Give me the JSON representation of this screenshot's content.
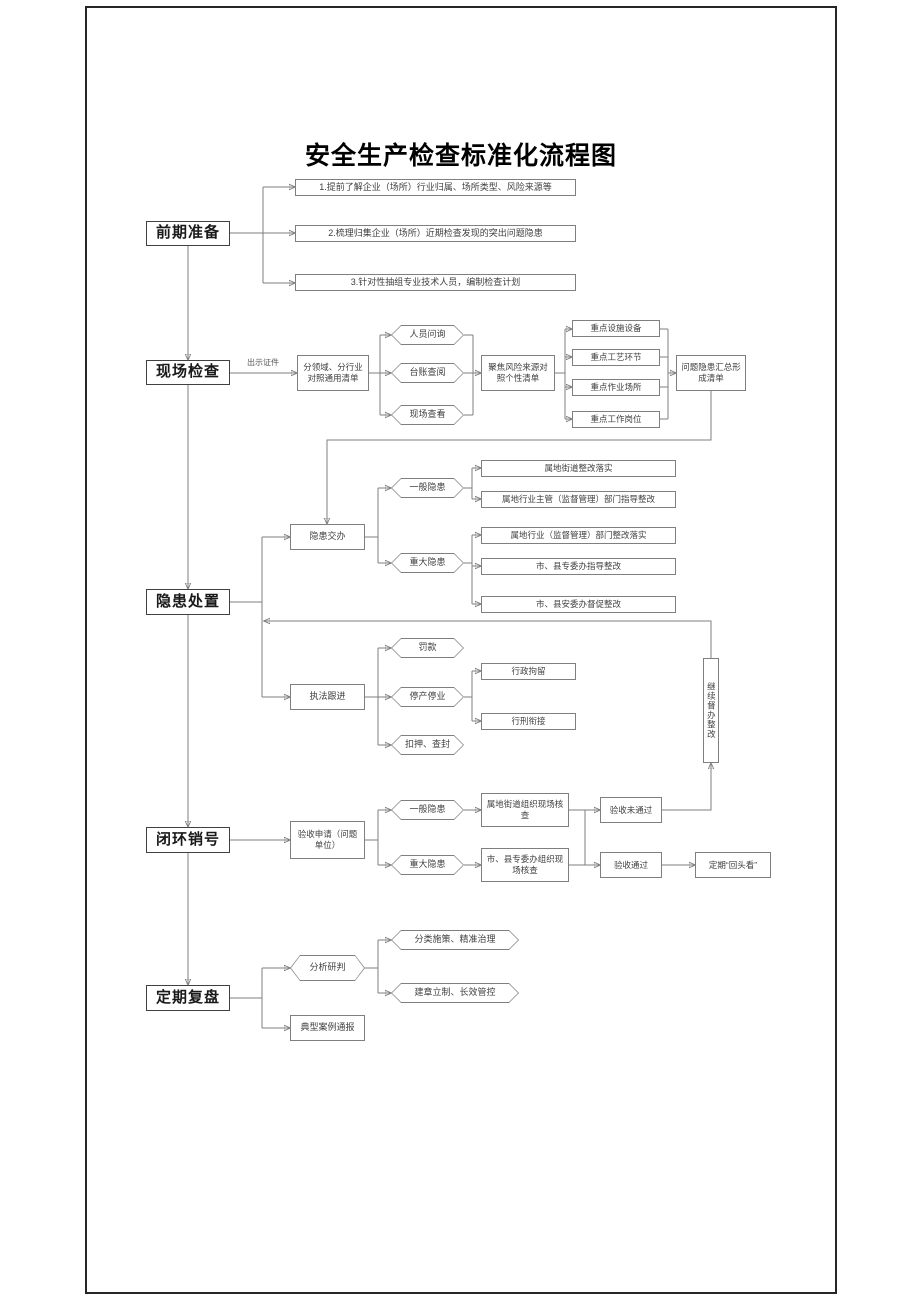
{
  "title": "安全生产检查标准化流程图",
  "colors": {
    "line": "#7f7f7f",
    "box_border": "#7f7f7f",
    "text": "#404040",
    "stage_border": "#404040"
  },
  "stages": {
    "prep": "前期准备",
    "inspect": "现场检查",
    "dispose": "隐患处置",
    "closeloop": "闭环销号",
    "review": "定期复盘"
  },
  "prep": {
    "items": [
      "1.提前了解企业（场所）行业归属、场所类型、风险来源等",
      "2.梳理归集企业（场所）近期检查发现的突出问题隐患",
      "3.针对性抽组专业技术人员，编制检查计划"
    ]
  },
  "inspect": {
    "edge_label": "出示证件",
    "general_checklist": "分领域、分行业对照通用清单",
    "methods": [
      "人员问询",
      "台账查阅",
      "现场查看"
    ],
    "individual_checklist": "聚焦风险来源对照个性清单",
    "focus_points": [
      "重点设施设备",
      "重点工艺环节",
      "重点作业场所",
      "重点工作岗位"
    ],
    "summary": "问题隐患汇总形成清单"
  },
  "dispose": {
    "assignment": "隐患交办",
    "general_hazard": "一般隐患",
    "general_paths": [
      "属地街道整改落实",
      "属地行业主管（监督管理）部门指导整改"
    ],
    "major_hazard": "重大隐患",
    "major_paths": [
      "属地行业（监督管理）部门整改落实",
      "市、县专委办指导整改",
      "市、县安委办督促整改"
    ],
    "enforcement": "执法跟进",
    "enforcement_actions": [
      "罚款",
      "停产停业",
      "扣押、查封"
    ],
    "escalations": [
      "行政拘留",
      "行刑衔接"
    ],
    "continue_rectify": "继续督办整改"
  },
  "closeloop": {
    "application": "验收申请（问题单位）",
    "general_hazard": "一般隐患",
    "major_hazard": "重大隐患",
    "general_verify": "属地街道组织现场核查",
    "major_verify": "市、县专委办组织现场核查",
    "fail": "验收未通过",
    "pass": "验收通过",
    "lookback": "定期“回头看”"
  },
  "review": {
    "analysis": "分析研判",
    "outcomes": [
      "分类施策、精准治理",
      "建章立制、长效管控"
    ],
    "case_report": "典型案例通报"
  }
}
